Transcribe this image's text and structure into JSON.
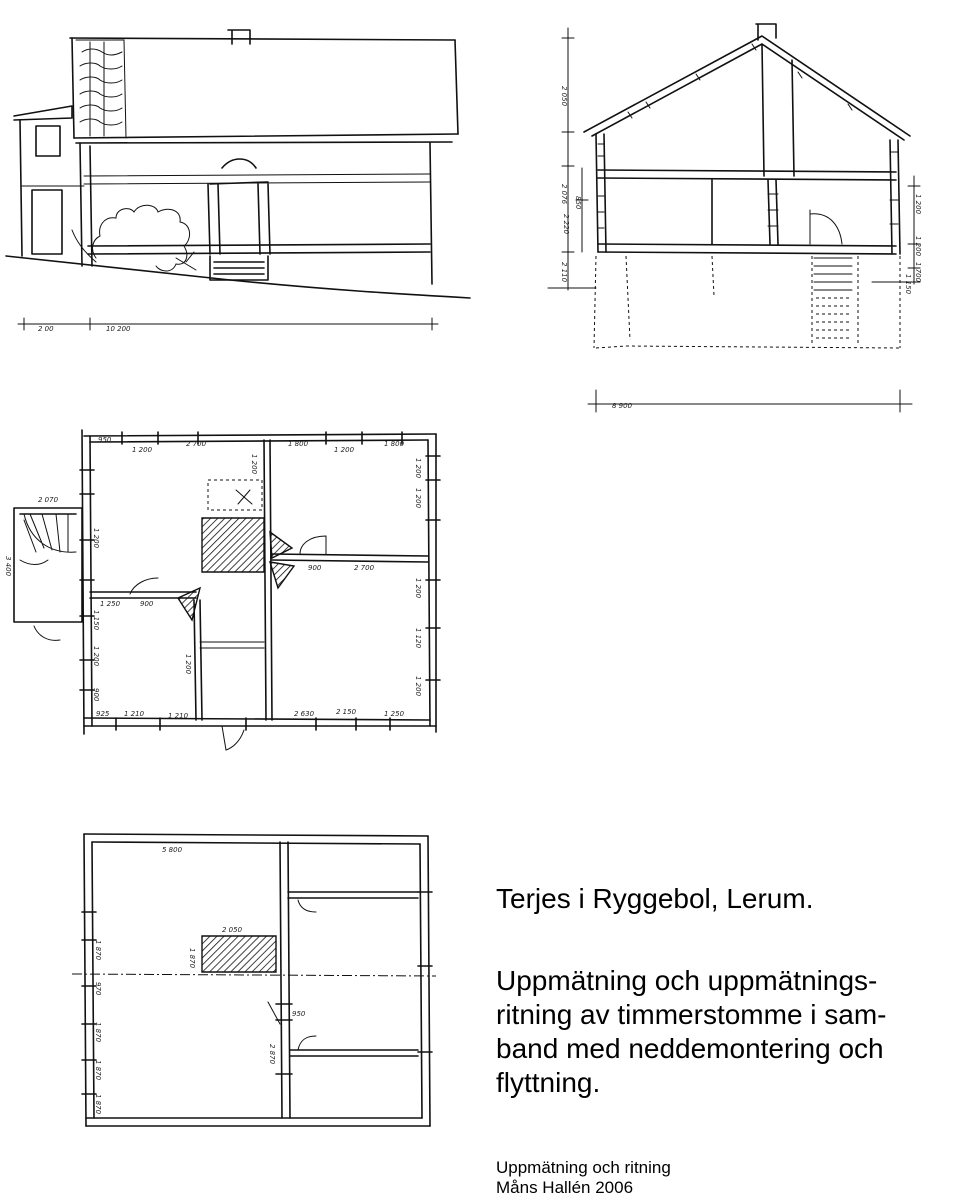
{
  "title": "Terjes i Ryggebol, Lerum.",
  "description_lines": [
    "Uppmätning och uppmätnings-",
    "ritning av timmerstomme i sam-",
    "band med neddemontering och",
    "flyttning."
  ],
  "credit_lines": [
    "Uppmätning och ritning",
    "Måns Hallén  2006"
  ],
  "dimensions": {
    "facade_left": "2 00",
    "facade_right": "10 200",
    "section_width": "8 900",
    "section_heights": [
      "2 050",
      "2 076",
      "2 220",
      "850",
      "1 200",
      "1 200",
      "1 700",
      "1 150",
      "2 110"
    ],
    "plan1_top": [
      "950",
      "1 200",
      "2 700",
      "1 800",
      "1 200",
      "1 800"
    ],
    "plan1_left": [
      "2 070",
      "3 400",
      "1 250",
      "900",
      "1 150",
      "1 200",
      "900",
      "1 200"
    ],
    "plan1_right": [
      "1 200",
      "1 200",
      "1 200",
      "1 120",
      "1 200"
    ],
    "plan1_interior": [
      "900",
      "2 700",
      "1 200",
      "1 200"
    ],
    "plan1_bottom": [
      "925",
      "1 210",
      "1 210",
      "2 630",
      "2 150",
      "1 250"
    ],
    "plan2_top": "5 800",
    "plan2_stove": "2 050",
    "plan2_left": [
      "1 870",
      "1 870",
      "970",
      "1 870",
      "1 870",
      "1 870"
    ],
    "plan2_interior": [
      "950",
      "2 870"
    ]
  }
}
